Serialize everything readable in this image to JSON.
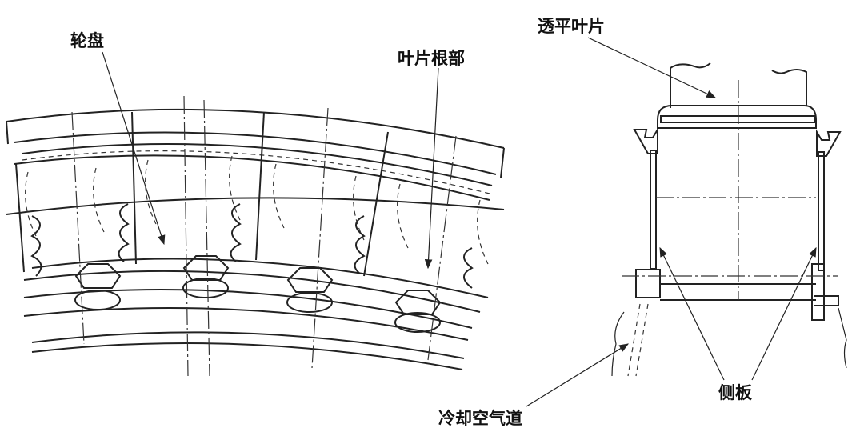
{
  "labels": {
    "disk": "轮盘",
    "blade_root": "叶片根部",
    "turbine_blade": "透平叶片",
    "side_plate": "侧板",
    "cooling_air_channel": "冷却空气道"
  }
}
